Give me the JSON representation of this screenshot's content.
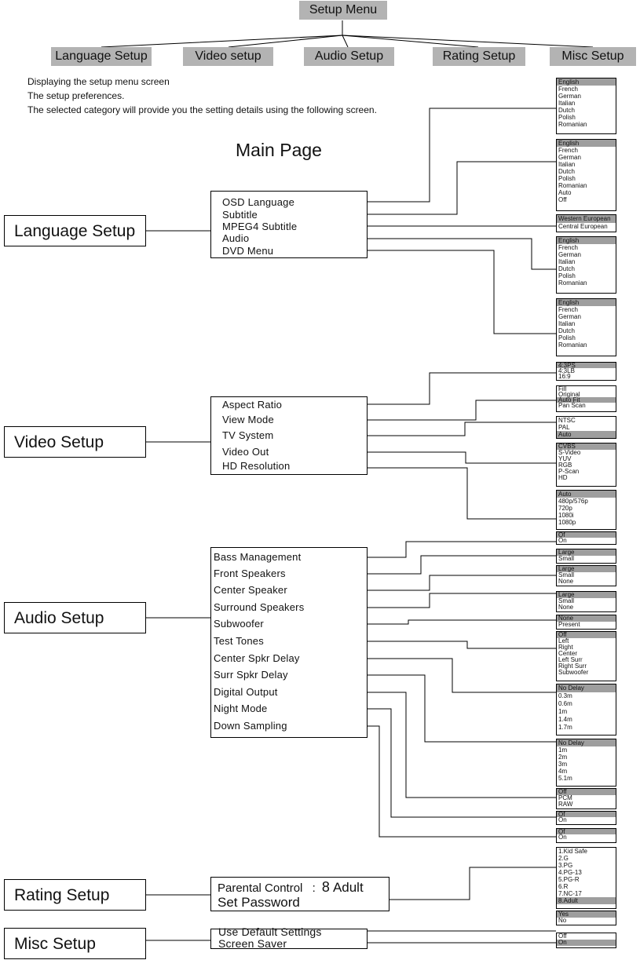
{
  "setup_menu": {
    "title": "Setup Menu"
  },
  "top_tabs": [
    "Language Setup",
    "Video setup",
    "Audio  Setup",
    "Rating  Setup",
    "Misc  Setup"
  ],
  "intro": {
    "line1": "Displaying the setup menu screen",
    "line2": "The setup preferences.",
    "line3": "The selected  category will provide you the setting details using the following screen."
  },
  "main_page": "Main  Page",
  "language": {
    "category": "Language Setup",
    "items": [
      "OSD Language",
      "Subtitle",
      "MPEG4 Subtitle",
      "Audio",
      "DVD Menu"
    ],
    "options": [
      [
        "English",
        "French",
        "German",
        "Italian",
        "Dutch",
        "Polish",
        "Romanian"
      ],
      [
        "English",
        "French",
        "German",
        "Italian",
        "Dutch",
        "Polish",
        "Romanian",
        "Auto",
        "Off"
      ],
      [
        "Western European",
        "Central European"
      ],
      [
        "English",
        "French",
        "German",
        "Italian",
        "Dutch",
        "Polish",
        "Romanian"
      ],
      [
        "English",
        "French",
        "German",
        "Italian",
        "Dutch",
        "Polish",
        "Romanian"
      ]
    ]
  },
  "video": {
    "category": "Video  Setup",
    "items": [
      "Aspect Ratio",
      "View Mode",
      "TV System",
      "Video Out",
      "HD Resolution"
    ],
    "options": [
      [
        "4:3PS",
        "4:3LB",
        "16:9"
      ],
      [
        "Fill",
        "Original",
        "Auto Fit",
        "Pan Scan"
      ],
      [
        "NTSC",
        "PAL",
        "Auto"
      ],
      [
        "CVBS",
        "S-Video",
        "YUV",
        "RGB",
        "P-Scan",
        "HD"
      ],
      [
        "Auto",
        "480p/576p",
        "720p",
        "1080i",
        "1080p"
      ]
    ]
  },
  "audio": {
    "category": "Audio Setup",
    "items": [
      "Bass Management",
      "Front Speakers",
      "Center Speaker",
      "Surround Speakers",
      "Subwoofer",
      "Test Tones",
      "Center Spkr Delay",
      "Surr Spkr Delay",
      "Digital Output",
      "Night Mode",
      "Down Sampling"
    ],
    "options": [
      [
        "Of",
        "On"
      ],
      [
        "Large",
        "Small"
      ],
      [
        "Large",
        "Small",
        "None"
      ],
      [
        "Large",
        "Small",
        "None"
      ],
      [
        "None",
        "Present"
      ],
      [
        "Off",
        "Left",
        "Right",
        "Center",
        "Left Surr",
        "Right Surr",
        "Subwoofer"
      ],
      [
        "No Delay",
        "0.3m",
        "0.6m",
        "1m",
        "1.4m",
        "1.7m"
      ],
      [
        "No Delay",
        "1m",
        "2m",
        "3m",
        "4m",
        "5.1m"
      ],
      [
        "Off",
        "PCM",
        "RAW"
      ],
      [
        "Of",
        "On"
      ],
      [
        "Of",
        "On"
      ]
    ]
  },
  "rating": {
    "category": "Rating Setup",
    "parental_label": "Parental Control",
    "parental_sep": ":",
    "parental_glyph": "8",
    "parental_value": "Adult",
    "set_password": "Set Password",
    "options": [
      "1.Kid Safe",
      "2.G",
      "3.PG",
      "4.PG-13",
      "5.PG-R",
      "6.R",
      "7.NC-17",
      "8.Adult"
    ]
  },
  "misc": {
    "category": "Misc Setup",
    "items": [
      "Use Default Settings",
      "Screen Saver"
    ],
    "options": [
      [
        "Yes",
        "No"
      ],
      [
        "Off",
        "On"
      ]
    ]
  }
}
